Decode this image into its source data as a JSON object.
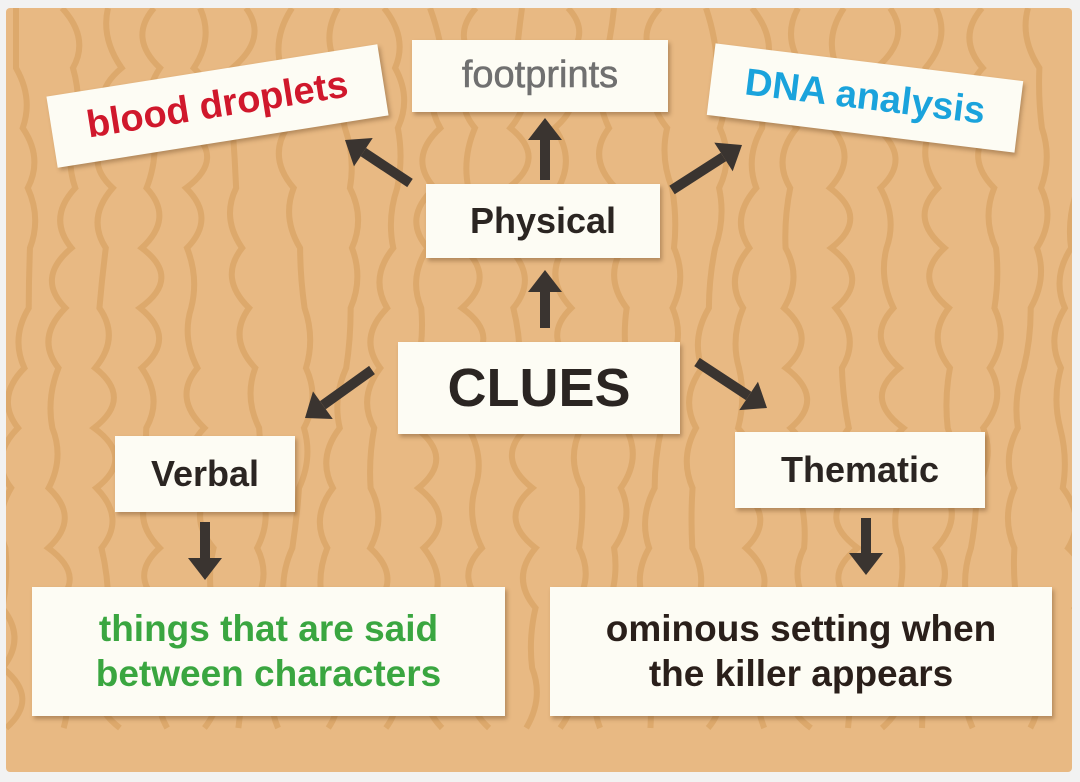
{
  "title": "CLUES",
  "categories": {
    "physical": "Physical",
    "verbal": "Verbal",
    "thematic": "Thematic"
  },
  "physical_examples": {
    "blood": "blood droplets",
    "footprints": "footprints",
    "dna": "DNA analysis"
  },
  "verbal_example": {
    "line1": "things that are said",
    "line2": "between characters"
  },
  "thematic_example": {
    "line1": "ominous setting when",
    "line2": "the killer appears"
  },
  "colors": {
    "wood": "#e8b983",
    "grain": "#d9a262",
    "card": "#fdfcf4",
    "arrow": "#3a3430",
    "blood": "#d0182c",
    "footprints": "#707070",
    "dna": "#1aa3dc",
    "verbal": "#3aa640",
    "thematic": "#2a1f1a"
  }
}
